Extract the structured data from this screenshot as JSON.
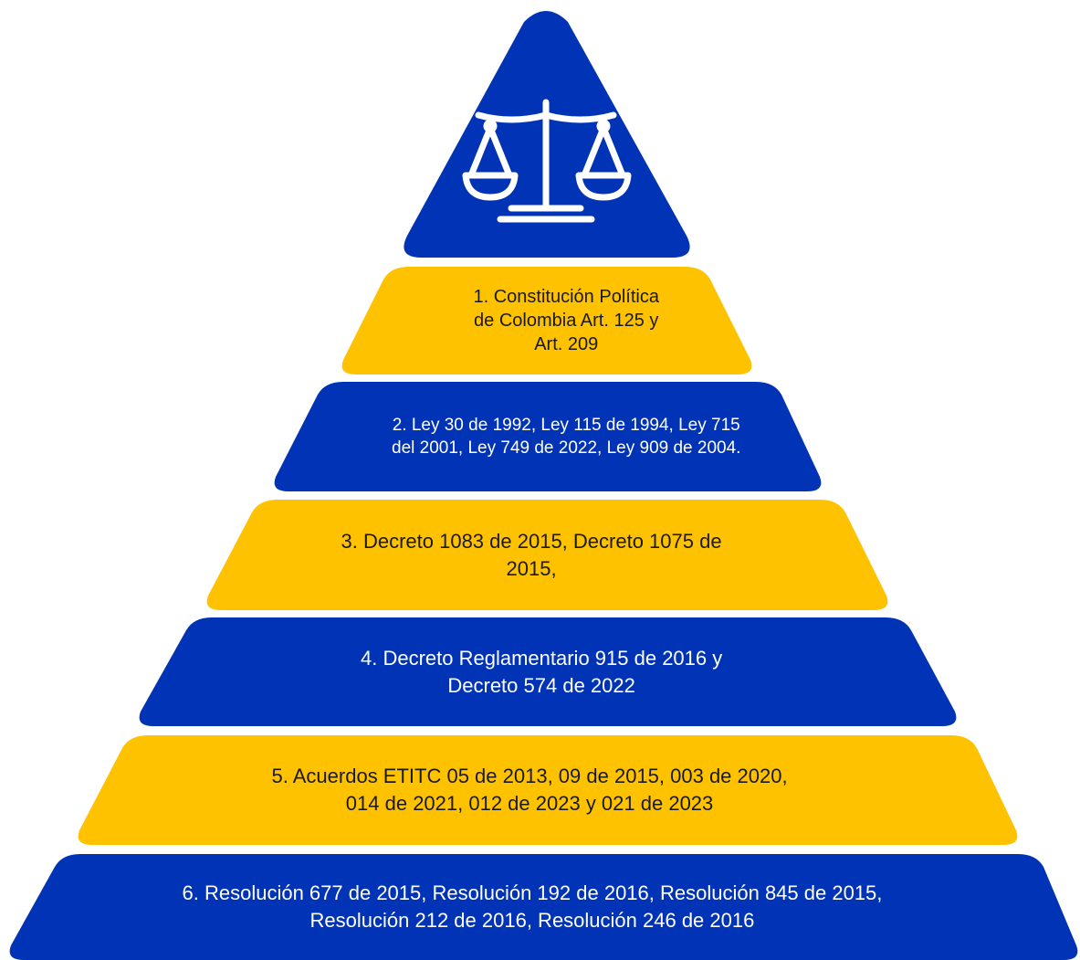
{
  "colors": {
    "blue": "#0033B5",
    "gold": "#FFC200",
    "icon": "#FFFFFF",
    "text_on_gold": "#1a1a1a",
    "text_on_blue": "#FFFFFF"
  },
  "apex": {
    "icon": "scales-of-justice-icon"
  },
  "tiers": [
    {
      "color": "gold",
      "lines": [
        "1. Constitución Política",
        "de Colombia Art. 125 y",
        "Art. 209"
      ]
    },
    {
      "color": "blue",
      "lines": [
        "2. Ley 30 de 1992, Ley 115 de 1994, Ley 715",
        "del 2001, Ley 749 de 2022, Ley 909 de 2004."
      ]
    },
    {
      "color": "gold",
      "lines": [
        "3. Decreto 1083 de 2015, Decreto 1075 de",
        "2015,"
      ]
    },
    {
      "color": "blue",
      "lines": [
        "4. Decreto Reglamentario 915 de 2016 y",
        "Decreto 574 de 2022"
      ]
    },
    {
      "color": "gold",
      "lines": [
        "5. Acuerdos ETITC 05 de 2013, 09 de 2015, 003 de 2020,",
        "014 de 2021,  012 de 2023 y 021 de 2023"
      ]
    },
    {
      "color": "blue",
      "lines": [
        "6. Resolución 677 de 2015, Resolución 192 de 2016, Resolución 845 de 2015,",
        "Resolución 212 de 2016, Resolución 246 de 2016"
      ]
    }
  ]
}
